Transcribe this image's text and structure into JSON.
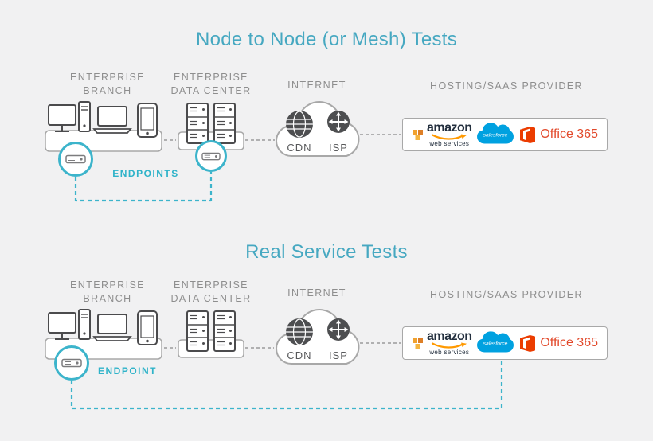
{
  "colors": {
    "background": "#f1f1f2",
    "title_teal": "#46a8c1",
    "accent_teal": "#3cb4cb",
    "label_gray": "#8e8e8e",
    "icon_dark_gray": "#4b4b4d",
    "amazon_orange": "#ff9900",
    "salesforce_blue": "#00a1e0",
    "office_orange": "#eb3c00"
  },
  "sections": {
    "top": {
      "title": "Node to Node (or Mesh) Tests",
      "endpoint_label": "ENDPOINTS"
    },
    "bottom": {
      "title": "Real Service Tests",
      "endpoint_label": "ENDPOINT"
    }
  },
  "columns": {
    "branch_line1": "ENTERPRISE",
    "branch_line2": "BRANCH",
    "dc_line1": "ENTERPRISE",
    "dc_line2": "DATA CENTER",
    "internet": "INTERNET",
    "hosting": "HOSTING/SAAS PROVIDER"
  },
  "cloud": {
    "cdn": "CDN",
    "isp": "ISP"
  },
  "logos": {
    "amazon": "amazon",
    "amazon_sub": "web services",
    "salesforce": "salesforce",
    "office": "Office 365"
  }
}
